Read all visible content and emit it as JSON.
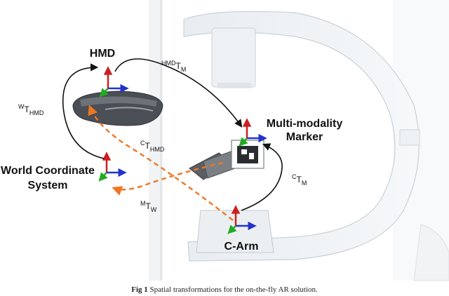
{
  "labels": {
    "hmd": "HMD",
    "marker_line1": "Multi-modality",
    "marker_line2": "Marker",
    "world_line1": "World Coordinate",
    "world_line2": "System",
    "carm": "C-Arm"
  },
  "transforms": {
    "hmd_m": {
      "sup": "HMD",
      "base": "T",
      "sub": "M"
    },
    "w_hmd": {
      "sup": "W",
      "base": "T",
      "sub": "HMD"
    },
    "c_hmd": {
      "sup": "C",
      "base": "T",
      "sub": "HMD"
    },
    "c_m": {
      "sup": "C",
      "base": "T",
      "sub": "M"
    },
    "m_w": {
      "sup": "M",
      "base": "T",
      "sub": "W"
    }
  },
  "caption": {
    "figure": "Fig 1",
    "text": "Spatial transformations for the on-the-fly AR solution."
  },
  "colors": {
    "axis_x": "#2233cc",
    "axis_y": "#cc1f1f",
    "axis_z": "#22aa22",
    "solid_arrow": "#111111",
    "dashed_arrow": "#ee7722"
  }
}
